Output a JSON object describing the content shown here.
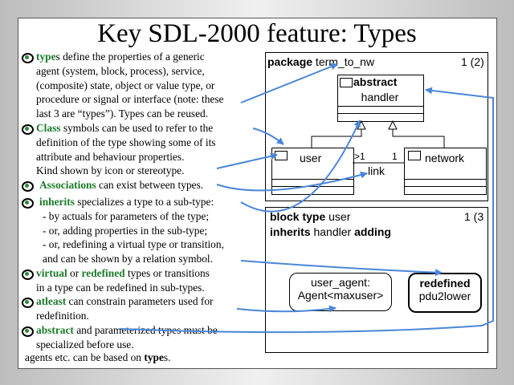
{
  "title": "Key SDL-2000 feature: Types",
  "bullets": [
    {
      "keyword": "type",
      "lines": [
        "s define the properties of a generic",
        "agent (system, block, process), service,",
        "(composite) state, object or value type, or",
        "procedure or signal or interface (note: these",
        "last 3 are “types”). Types can be reused."
      ]
    },
    {
      "keyword": "Class",
      "lines": [
        " symbols can be used to refer to the",
        "definition of the type showing some of its",
        "attribute and behaviour properties.",
        "Kind shown by icon or stereotype."
      ]
    },
    {
      "keyword": "Associations",
      "lines": [
        " can exist between types."
      ]
    },
    {
      "keyword": "inherits",
      "lines": [
        " specializes a type to a sub-type:",
        "- by actuals for parameters of the type;",
        "- or, adding properties in the sub-type;",
        "- or, redefining a virtual type or transition,",
        "and can be shown by a relation symbol."
      ]
    },
    {
      "keyword": "virtual",
      "mid": " or ",
      "keyword2": "redefined",
      "lines": [
        " types or transitions",
        "in a type can be redefined in sub-types."
      ]
    },
    {
      "keyword": "atleast",
      "lines": [
        " can constrain parameters used for",
        "redefinition."
      ]
    },
    {
      "keyword": "abstract",
      "lines": [
        " and parameterized types must be",
        "specialized before use."
      ]
    }
  ],
  "footer": {
    "prefix": "agents etc. can be based on ",
    "bold": "type",
    "suffix": "s."
  },
  "package_diagram": {
    "keyword": "package",
    "name": " term_to_nw",
    "page": "1 (2)",
    "abstract_class": {
      "keyword": "abstract",
      "name": "handler"
    },
    "user_class": "user",
    "network_class": "network",
    "association": {
      "label": "link",
      "mult_left": ">1",
      "mult_right": "1"
    }
  },
  "block_diagram": {
    "keyword": "block type",
    "name": " user",
    "page": "1 (3",
    "inherits_keyword": "inherits",
    "inherits_name": " handler ",
    "adding_keyword": "adding",
    "agent": {
      "line1": "user_agent:",
      "line2": "Agent<maxuser>"
    },
    "redefined": {
      "keyword": "redefined",
      "name": "pdu2lower"
    }
  },
  "colors": {
    "keyword_green": "#1a7a2a",
    "arrow_blue": "#4a86d8"
  }
}
